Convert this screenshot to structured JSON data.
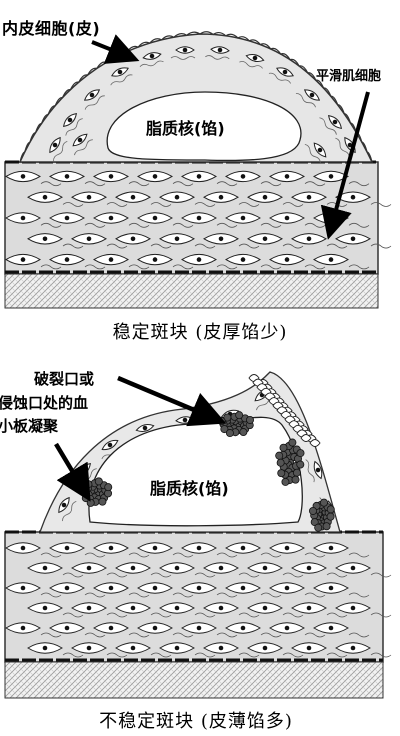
{
  "stable": {
    "label_endothelium": "内皮细胞(皮)",
    "label_smooth_muscle": "平滑肌细胞",
    "label_lipid_core": "脂质核(馅)",
    "caption": "稳定斑块 (皮厚馅少)"
  },
  "unstable": {
    "label_rupture_line1": "破裂口或",
    "label_rupture_line2": "侵蚀口处的血",
    "label_rupture_line3": "小板凝聚",
    "label_lipid_core": "脂质核(馅)",
    "caption": "不稳定斑块 (皮薄馅多)"
  }
}
